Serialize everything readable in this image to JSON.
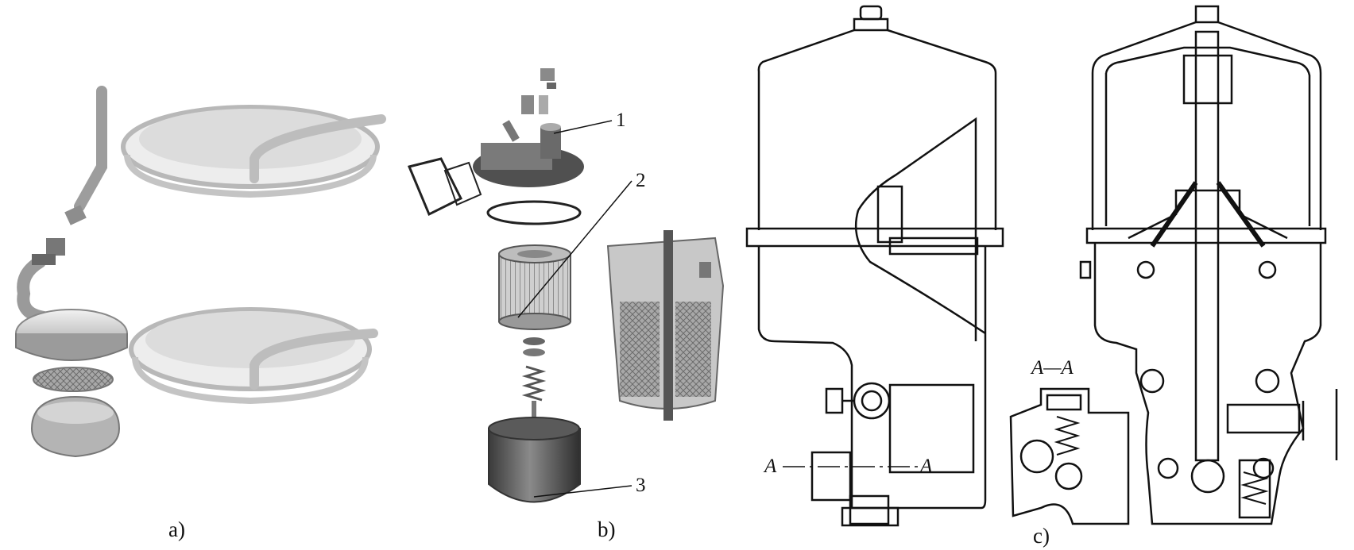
{
  "captions": {
    "a": "a)",
    "b": "b)",
    "c": "c)"
  },
  "callouts": {
    "one": "1",
    "two": "2",
    "three": "3"
  },
  "section": {
    "title": "A—A",
    "left_mark": "A",
    "right_mark": "A"
  },
  "colors": {
    "line": "#111111",
    "metal_light": "#d6d6d6",
    "metal_mid": "#9a9a9a",
    "metal_dark": "#555555"
  }
}
